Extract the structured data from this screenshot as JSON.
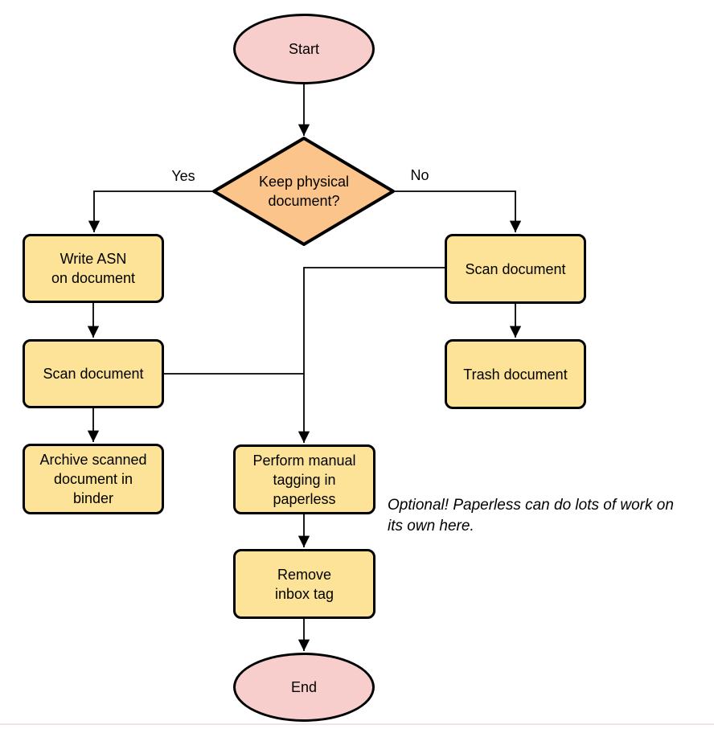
{
  "diagram": {
    "nodes": {
      "start": {
        "label": "Start",
        "type": "terminator"
      },
      "keep_physical": {
        "label": "Keep physical\ndocument?",
        "type": "decision"
      },
      "write_asn": {
        "label": "Write ASN\non document",
        "type": "process"
      },
      "scan_left": {
        "label": "Scan document",
        "type": "process"
      },
      "archive": {
        "label": "Archive scanned\ndocument in\nbinder",
        "type": "process"
      },
      "scan_right": {
        "label": "Scan document",
        "type": "process"
      },
      "trash": {
        "label": "Trash document",
        "type": "process"
      },
      "tagging": {
        "label": "Perform manual\ntagging in\npaperless",
        "type": "process"
      },
      "remove_inbox": {
        "label": "Remove\ninbox tag",
        "type": "process"
      },
      "end": {
        "label": "End",
        "type": "terminator"
      }
    },
    "edge_labels": {
      "yes": "Yes",
      "no": "No"
    },
    "annotation": "Optional! Paperless can do lots of work on\nits own here.",
    "colors": {
      "terminator_fill": "#f8cecc",
      "decision_fill": "#fbc48a",
      "process_fill": "#fce397",
      "stroke": "#000000",
      "edge": "#000000",
      "text": "#000000",
      "background": "#ffffff",
      "bottom_rule": "#f3e3e3"
    }
  }
}
